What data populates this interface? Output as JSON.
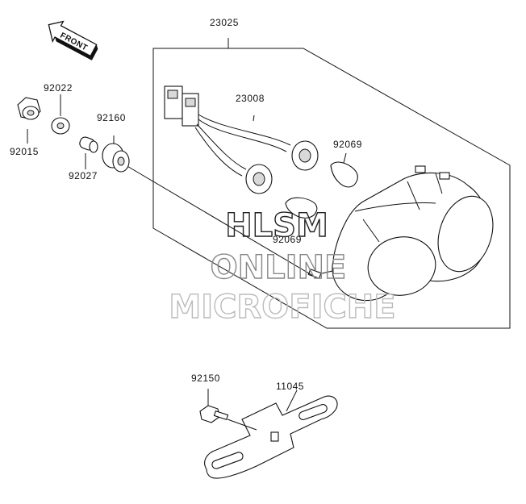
{
  "front_arrow": {
    "label": "FRONT"
  },
  "parts": {
    "p23025": "23025",
    "p23008": "23008",
    "p92022": "92022",
    "p92015": "92015",
    "p92160": "92160",
    "p92027": "92027",
    "p92069a": "92069",
    "p92069b": "92069",
    "p92150": "92150",
    "p11045": "11045"
  },
  "watermark": {
    "line1": "HLSM",
    "line2": "ONLINE",
    "line3": "MICROFICHE"
  }
}
